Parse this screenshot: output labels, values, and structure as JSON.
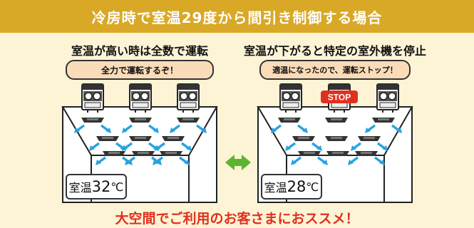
{
  "header": {
    "title": "冷房時で室温29度から間引き制御する場合"
  },
  "left_panel": {
    "title": "室温が高い時は全数で運転",
    "bubble": "全力で運転するぞ！",
    "temperature_label": "室温",
    "temperature_value": "32",
    "temperature_unit": "℃"
  },
  "right_panel": {
    "title": "室温が下がると特定の室外機を停止",
    "bubble": "適温になったので、運転ストップ！",
    "stop_label": "STOP",
    "temperature_label": "室温",
    "temperature_value": "28",
    "temperature_unit": "℃"
  },
  "footer": {
    "text": "大空間でご利用のお客さまにおススメ！"
  },
  "colors": {
    "header_bg": "#d9a826",
    "background": "#fdf4d6",
    "bubble_bg": "#fbdcb9",
    "airflow_arrow": "#29a3e0",
    "transition_arrow": "#5cb531",
    "stop_badge": "#e0301e",
    "footer_text": "#e0301e"
  }
}
